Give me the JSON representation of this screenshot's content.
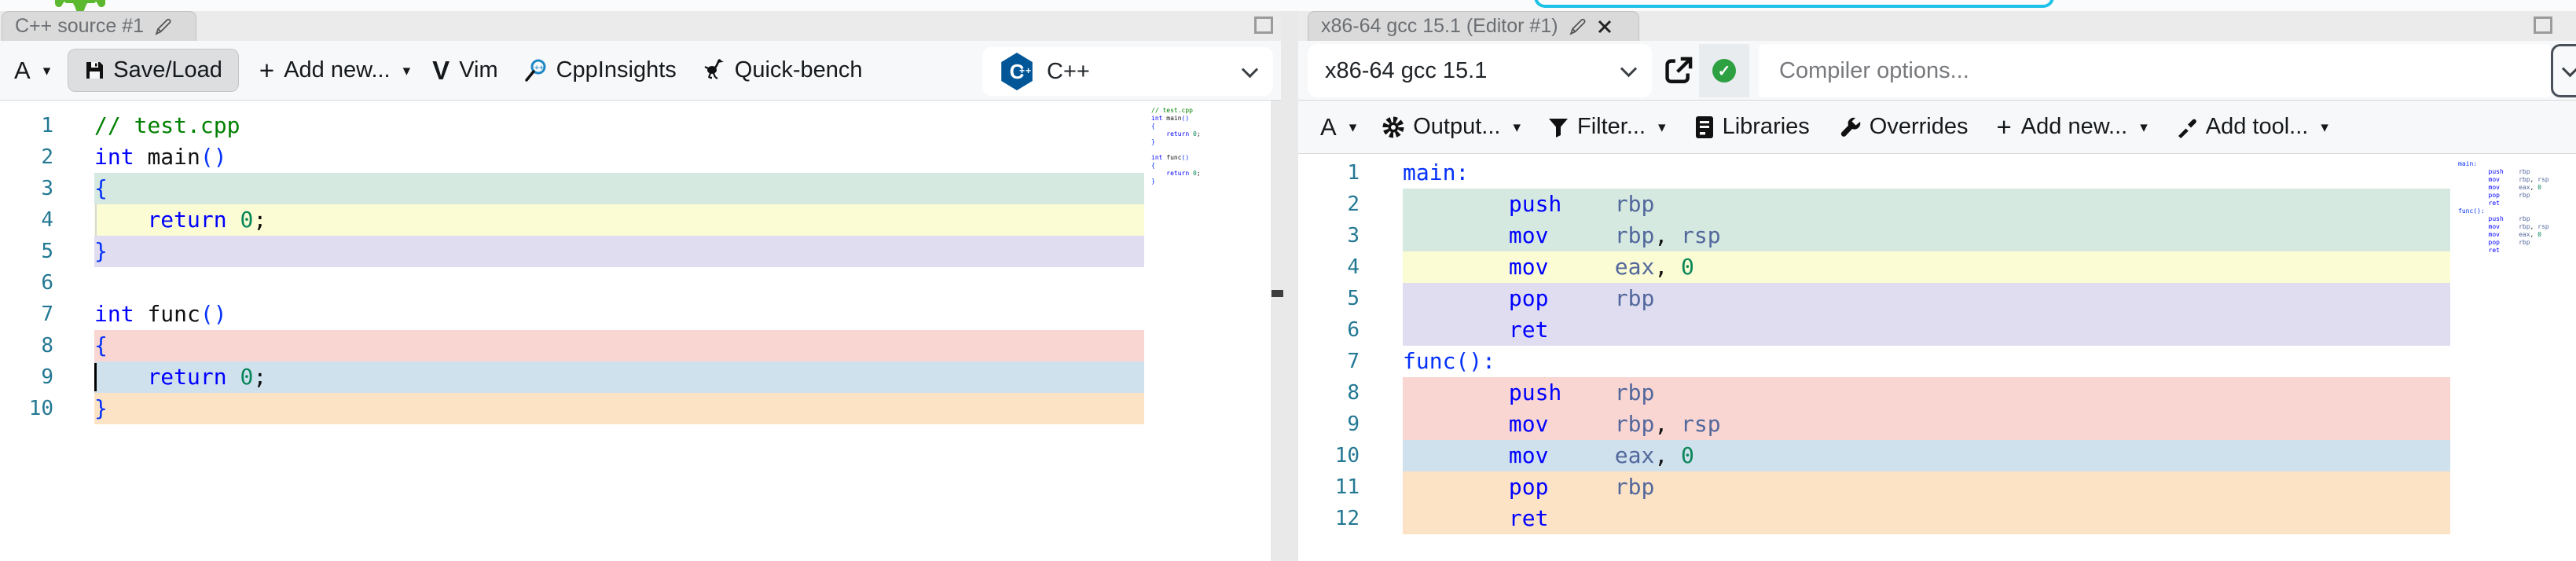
{
  "top": {
    "focus_ring_color": "#1fc2e7",
    "logo_color": "#5cb82f"
  },
  "left_pane": {
    "tab": "C++ source #1",
    "toolbar": {
      "font": "A",
      "save_load": "Save/Load",
      "add_new": "Add new...",
      "vim_glyph": "V",
      "vim": "Vim",
      "cppinsights": "CppInsights",
      "quickbench": "Quick-bench",
      "language": "C++"
    },
    "editor": {
      "lines": [
        {
          "n": 1,
          "bg": "none",
          "spans": [
            [
              "// test.cpp",
              "com"
            ]
          ]
        },
        {
          "n": 2,
          "bg": "none",
          "spans": [
            [
              "int",
              "kw"
            ],
            [
              " ",
              "pl"
            ],
            [
              "main",
              "pl"
            ],
            [
              "()",
              "br"
            ]
          ]
        },
        {
          "n": 3,
          "bg": "teal",
          "spans": [
            [
              "{",
              "br"
            ]
          ]
        },
        {
          "n": 4,
          "bg": "yellow",
          "guide": true,
          "spans": [
            [
              "    ",
              "pl"
            ],
            [
              "return",
              "kw"
            ],
            [
              " ",
              "pl"
            ],
            [
              "0",
              "num"
            ],
            [
              ";",
              "pl"
            ]
          ]
        },
        {
          "n": 5,
          "bg": "lavender",
          "spans": [
            [
              "}",
              "br"
            ]
          ]
        },
        {
          "n": 6,
          "bg": "none",
          "spans": []
        },
        {
          "n": 7,
          "bg": "none",
          "spans": [
            [
              "int",
              "kw"
            ],
            [
              " ",
              "pl"
            ],
            [
              "func",
              "pl"
            ],
            [
              "()",
              "br"
            ]
          ]
        },
        {
          "n": 8,
          "bg": "pink",
          "spans": [
            [
              "{",
              "br"
            ]
          ]
        },
        {
          "n": 9,
          "bg": "blue",
          "guide": true,
          "cursor": true,
          "spans": [
            [
              "    ",
              "pl"
            ],
            [
              "return",
              "kw"
            ],
            [
              " ",
              "pl"
            ],
            [
              "0",
              "num"
            ],
            [
              ";",
              "pl"
            ]
          ]
        },
        {
          "n": 10,
          "bg": "orange",
          "spans": [
            [
              "}",
              "br"
            ]
          ]
        }
      ]
    }
  },
  "right_pane": {
    "tab": "x86-64 gcc 15.1 (Editor #1)",
    "compiler_row": {
      "compiler": "x86-64 gcc 15.1",
      "options_placeholder": "Compiler options...",
      "status_ok_glyph": "✓"
    },
    "tools": {
      "font": "A",
      "output": "Output...",
      "filter": "Filter...",
      "libraries": "Libraries",
      "overrides": "Overrides",
      "add_new": "Add new...",
      "add_tool": "Add tool..."
    },
    "editor": {
      "lines": [
        {
          "n": 1,
          "bg": "none",
          "spans": [
            [
              "main:",
              "lbl"
            ]
          ]
        },
        {
          "n": 2,
          "bg": "teal",
          "spans": [
            [
              "        ",
              "pl"
            ],
            [
              "push",
              "mn"
            ],
            [
              "    ",
              "pl"
            ],
            [
              "rbp",
              "reg"
            ]
          ]
        },
        {
          "n": 3,
          "bg": "teal",
          "spans": [
            [
              "        ",
              "pl"
            ],
            [
              "mov",
              "mn"
            ],
            [
              "     ",
              "pl"
            ],
            [
              "rbp",
              "reg"
            ],
            [
              ", ",
              "pl"
            ],
            [
              "rsp",
              "reg"
            ]
          ]
        },
        {
          "n": 4,
          "bg": "yellow",
          "spans": [
            [
              "        ",
              "pl"
            ],
            [
              "mov",
              "mn"
            ],
            [
              "     ",
              "pl"
            ],
            [
              "eax",
              "reg"
            ],
            [
              ", ",
              "pl"
            ],
            [
              "0",
              "num"
            ]
          ]
        },
        {
          "n": 5,
          "bg": "lavender",
          "spans": [
            [
              "        ",
              "pl"
            ],
            [
              "pop",
              "mn"
            ],
            [
              "     ",
              "pl"
            ],
            [
              "rbp",
              "reg"
            ]
          ]
        },
        {
          "n": 6,
          "bg": "lavender",
          "spans": [
            [
              "        ",
              "pl"
            ],
            [
              "ret",
              "mn"
            ]
          ]
        },
        {
          "n": 7,
          "bg": "none",
          "spans": [
            [
              "func():",
              "lbl"
            ]
          ]
        },
        {
          "n": 8,
          "bg": "pink",
          "spans": [
            [
              "        ",
              "pl"
            ],
            [
              "push",
              "mn"
            ],
            [
              "    ",
              "pl"
            ],
            [
              "rbp",
              "reg"
            ]
          ]
        },
        {
          "n": 9,
          "bg": "pink",
          "spans": [
            [
              "        ",
              "pl"
            ],
            [
              "mov",
              "mn"
            ],
            [
              "     ",
              "pl"
            ],
            [
              "rbp",
              "reg"
            ],
            [
              ", ",
              "pl"
            ],
            [
              "rsp",
              "reg"
            ]
          ]
        },
        {
          "n": 10,
          "bg": "blue",
          "spans": [
            [
              "        ",
              "pl"
            ],
            [
              "mov",
              "mn"
            ],
            [
              "     ",
              "pl"
            ],
            [
              "eax",
              "reg"
            ],
            [
              ", ",
              "pl"
            ],
            [
              "0",
              "num"
            ]
          ]
        },
        {
          "n": 11,
          "bg": "orange",
          "spans": [
            [
              "        ",
              "pl"
            ],
            [
              "pop",
              "mn"
            ],
            [
              "     ",
              "pl"
            ],
            [
              "rbp",
              "reg"
            ]
          ]
        },
        {
          "n": 12,
          "bg": "orange",
          "spans": [
            [
              "        ",
              "pl"
            ],
            [
              "ret",
              "mn"
            ]
          ]
        }
      ]
    }
  },
  "colors": {
    "bands": {
      "none": "transparent",
      "teal": "#d5e9e0",
      "yellow": "#fbfcd3",
      "lavender": "#e0ddf0",
      "pink": "#f9d6d2",
      "blue": "#d0e1ee",
      "orange": "#fde3c5"
    },
    "tokens": {
      "com": "#008000",
      "kw": "#0000ff",
      "br": "#0431fa",
      "pl": "#111111",
      "num": "#098658",
      "lbl": "#0431fa",
      "mn": "#0000ff",
      "reg": "#52679c"
    }
  }
}
